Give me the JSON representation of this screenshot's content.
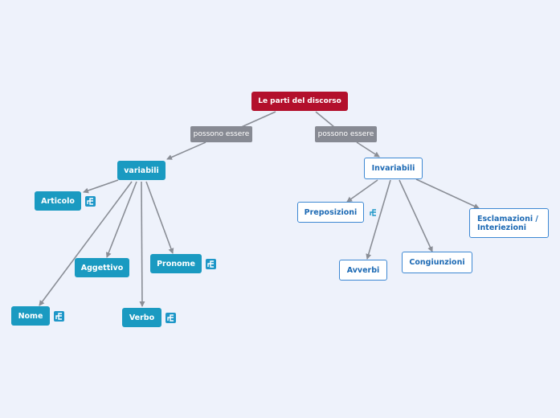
{
  "root": {
    "label": "Le parti del discorso"
  },
  "relations": {
    "left": "possono essere",
    "right": "possono essere"
  },
  "variabili": {
    "label": "variabili",
    "children": {
      "articolo": "Articolo",
      "aggettivo": "Aggettivo",
      "pronome": "Pronome",
      "nome": "Nome",
      "verbo": "Verbo"
    }
  },
  "invariabili": {
    "label": "Invariabili",
    "children": {
      "preposizioni": "Preposizioni",
      "avverbi": "Avverbi",
      "congiunzioni": "Congiunzioni",
      "esclamazioni": "Esclamazioni / Interiezioni"
    }
  },
  "colors": {
    "root": "#b3102c",
    "relation": "#878a93",
    "filled_node": "#1a9ac1",
    "outline_node_border": "#3d88d3",
    "connector": "#8a8e96",
    "background": "#eef2fb"
  },
  "icons": {
    "collapsed_branch": "subtopics-icon"
  }
}
